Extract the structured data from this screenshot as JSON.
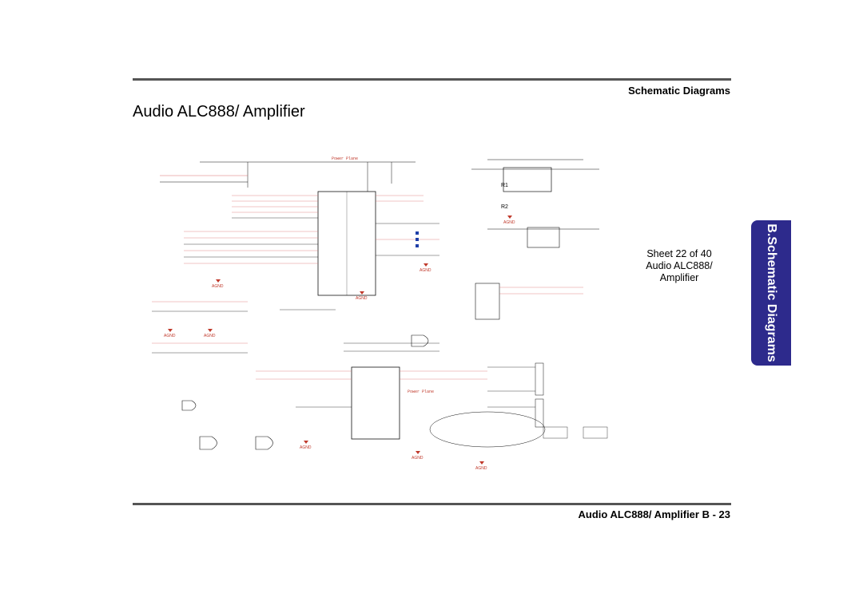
{
  "header": {
    "section_label": "Schematic  Diagrams",
    "page_title": "Audio ALC888/ Amplifier"
  },
  "schematic": {
    "plane_label_top": "Power Plane",
    "plane_label_bottom": "Power Plane",
    "ref_r1": "R1",
    "ref_r2": "R2",
    "ground_labels": [
      "AGND",
      "AGND",
      "AGND",
      "AGND",
      "AGND",
      "AGND",
      "AGND",
      "AGND",
      "AGND"
    ],
    "stroke_color": "#111111",
    "accent_color": "#c0392b",
    "net_color": "#d96f6f",
    "marker_color": "#1f3fa8"
  },
  "sheet_info": {
    "line1": "Sheet 22 of 40",
    "line2": "Audio ALC888/",
    "line3": "Amplifier"
  },
  "side_tab": {
    "label": "B.Schematic Diagrams",
    "color": "#2d2a8c"
  },
  "footer": {
    "label": "Audio ALC888/ Amplifier  B  -  23"
  }
}
